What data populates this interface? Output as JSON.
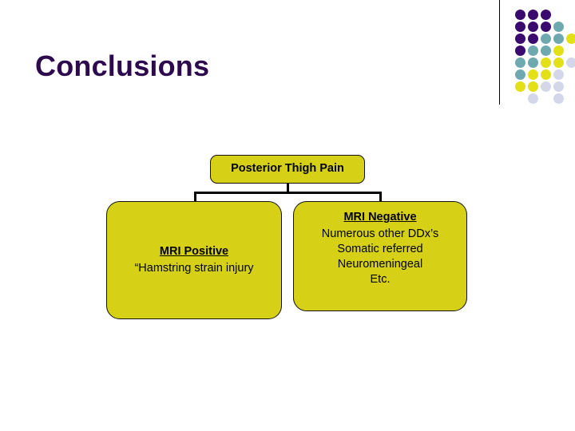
{
  "slide": {
    "title": "Conclusions",
    "title_color": "#2d0a4e",
    "background": "#ffffff"
  },
  "decoration": {
    "divider_line_color": "#000000",
    "palette": {
      "purple": "#3b0a6e",
      "teal": "#6fa9b0",
      "yellow": "#e3e017",
      "lavender": "#d4d7ea"
    },
    "dots": [
      {
        "row": 0,
        "col": 0,
        "color": "#3b0a6e"
      },
      {
        "row": 0,
        "col": 1,
        "color": "#3b0a6e"
      },
      {
        "row": 0,
        "col": 2,
        "color": "#3b0a6e"
      },
      {
        "row": 1,
        "col": 0,
        "color": "#3b0a6e"
      },
      {
        "row": 1,
        "col": 1,
        "color": "#3b0a6e"
      },
      {
        "row": 1,
        "col": 2,
        "color": "#3b0a6e"
      },
      {
        "row": 1,
        "col": 3,
        "color": "#6fa9b0"
      },
      {
        "row": 2,
        "col": 0,
        "color": "#3b0a6e"
      },
      {
        "row": 2,
        "col": 1,
        "color": "#3b0a6e"
      },
      {
        "row": 2,
        "col": 2,
        "color": "#6fa9b0"
      },
      {
        "row": 2,
        "col": 3,
        "color": "#6fa9b0"
      },
      {
        "row": 2,
        "col": 4,
        "color": "#e3e017"
      },
      {
        "row": 3,
        "col": 0,
        "color": "#3b0a6e"
      },
      {
        "row": 3,
        "col": 1,
        "color": "#6fa9b0"
      },
      {
        "row": 3,
        "col": 2,
        "color": "#6fa9b0"
      },
      {
        "row": 3,
        "col": 3,
        "color": "#e3e017"
      },
      {
        "row": 4,
        "col": 0,
        "color": "#6fa9b0"
      },
      {
        "row": 4,
        "col": 1,
        "color": "#6fa9b0"
      },
      {
        "row": 4,
        "col": 2,
        "color": "#e3e017"
      },
      {
        "row": 4,
        "col": 3,
        "color": "#e3e017"
      },
      {
        "row": 4,
        "col": 4,
        "color": "#d4d7ea"
      },
      {
        "row": 5,
        "col": 0,
        "color": "#6fa9b0"
      },
      {
        "row": 5,
        "col": 1,
        "color": "#e3e017"
      },
      {
        "row": 5,
        "col": 2,
        "color": "#e3e017"
      },
      {
        "row": 5,
        "col": 3,
        "color": "#d4d7ea"
      },
      {
        "row": 6,
        "col": 0,
        "color": "#e3e017"
      },
      {
        "row": 6,
        "col": 1,
        "color": "#e3e017"
      },
      {
        "row": 6,
        "col": 2,
        "color": "#d4d7ea"
      },
      {
        "row": 6,
        "col": 3,
        "color": "#d4d7ea"
      },
      {
        "row": 7,
        "col": 1,
        "color": "#d4d7ea"
      },
      {
        "row": 7,
        "col": 3,
        "color": "#d4d7ea"
      }
    ]
  },
  "flowchart": {
    "node_fill": "#d6d017",
    "node_border": "#111111",
    "root": {
      "label": "Posterior Thigh Pain"
    },
    "branches": [
      {
        "heading": "MRI Positive",
        "lines": [
          "“Hamstring strain injury"
        ]
      },
      {
        "heading": "MRI Negative",
        "lines": [
          "Numerous other DDx’s",
          "Somatic referred",
          "Neuromeningeal",
          "Etc."
        ]
      }
    ]
  }
}
